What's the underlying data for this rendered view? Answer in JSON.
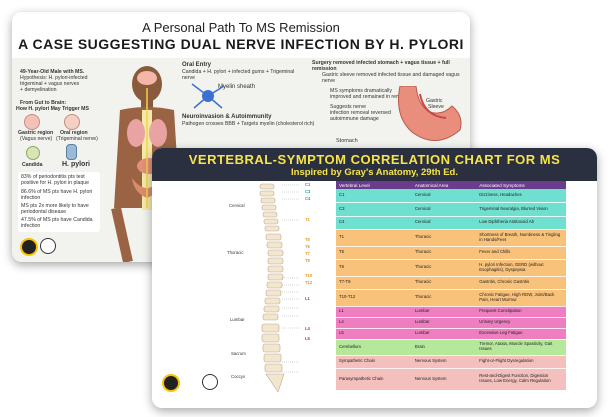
{
  "back_card": {
    "title_line1": "A Personal Path To MS Remission",
    "title_line2": "A CASE SUGGESTING DUAL NERVE INFECTION BY H. PYLORI",
    "patient_text": [
      "49-Year-Old Male with MS.",
      "Hypothesis: H. pylori-infected",
      "trigeminal + vagus nerves",
      "+ demyelination"
    ],
    "gut_heading": [
      "From Gut to Brain:",
      "How H. pylori May Trigger MS"
    ],
    "gastric_label": "Gastric region",
    "gastric_sub": "(Vagus nerve)",
    "oral_label": "Oral region",
    "oral_sub": "(Trigeminal nerve)",
    "candida_label": "Candida",
    "hpylori_label": "H. pylori",
    "oral_entry_title": "Oral Entry",
    "oral_entry_text": "Candida + H. pylori + infected gums + Trigeminal nerve",
    "myelin_label": "Myelin sheath",
    "neuro_title": "Neuroinvasion & Autoimmunity",
    "neuro_text": "Pathogen crosses BBB + Targets myelin (cholesterol rich)",
    "stomach_label": "Stomach",
    "surgery_text": "Surgery removed infected stomach + vagus tissue + full remission",
    "gastric_sleeve_text": "Gastric sleeve removed infected tissue and damaged vagus nerve",
    "ms_symptoms_text": [
      "MS symptoms dramatically",
      "improved and remained in remission"
    ],
    "suggests_text": [
      "Suggests nerve",
      "infection removal reversed",
      "autoimmune damage"
    ],
    "sleeve_label": [
      "Gastric",
      "Sleeve"
    ],
    "stats": [
      "83% of periodontitis pts test positive for H. pylori in plaque",
      "86.6% of MS pts have H. pylori infection",
      "MS pts 2x more likely to have periodontal disease",
      "47.5% of MS pts have Candida infection"
    ]
  },
  "front_card": {
    "title": "VERTEBRAL-SYMPTOM CORRELATION CHART FOR MS",
    "subtitle": "Inspired by Gray's Anatomy, 29th Ed.",
    "regions": [
      "Cervical",
      "Thoracic",
      "Lumbar",
      "Sacrum",
      "Coccyx"
    ],
    "vertebra_labels": [
      "C1",
      "C3",
      "C4",
      "T1",
      "T5",
      "T6",
      "T7",
      "T8",
      "T10",
      "T12",
      "L1",
      "L4",
      "L5"
    ],
    "table_headers": [
      "Vertebral Level",
      "Anatomical Area",
      "Associated Symptoms"
    ],
    "rows": [
      {
        "level": "C1",
        "area": "Cervical",
        "symptom": "Dizziness, Headaches"
      },
      {
        "level": "C3",
        "area": "Cervical",
        "symptom": "Trigeminal Neuralgia, Blurred Vision"
      },
      {
        "level": "C4",
        "area": "Cervical",
        "symptom": "Low Diphtheria Antitoxoid Ab"
      },
      {
        "level": "T1",
        "area": "Thoracic",
        "symptom": "Shortness of Breath, Numbness & Tingling in Hands/Feet"
      },
      {
        "level": "T5",
        "area": "Thoracic",
        "symptom": "Fever and Chills"
      },
      {
        "level": "T6",
        "area": "Thoracic",
        "symptom": "H. pylori Infection, GERD (without Esophagitis), Dyspepsia"
      },
      {
        "level": "T7-T8",
        "area": "Thoracic",
        "symptom": "Gastritis, Chronic Gastritis"
      },
      {
        "level": "T10-T12",
        "area": "Thoracic",
        "symptom": "Chronic Fatigue, High RDW, Joint/Back Pain, Heart Murmur"
      },
      {
        "level": "L1",
        "area": "Lumbar",
        "symptom": "Frequent Constipation"
      },
      {
        "level": "L4",
        "area": "Lumbar",
        "symptom": "Urinary Urgency"
      },
      {
        "level": "L5",
        "area": "Lumbar",
        "symptom": "Excessive Leg Fatigue"
      },
      {
        "level": "Cerebellum",
        "area": "Brain",
        "symptom": "Tremor, Ataxia, Muscle Spasticity, Gait Issues"
      },
      {
        "level": "Sympathetic Chain",
        "area": "Nervous System",
        "symptom": "Fight-or-Flight Dysregulation"
      },
      {
        "level": "Parasympathetic Chain",
        "area": "Nervous System",
        "symptom": "Rest-and-Digest Function, Digestion Issues, Low Energy, Calm Regulation"
      }
    ]
  },
  "colors": {
    "header_dark": "#2b3040",
    "title_yellow": "#f6e44a",
    "table_header": "#6a3c8c",
    "cervical": "#6fe0cf",
    "thoracic": "#f9c27b",
    "lumbar": "#ee7ec0",
    "brain": "#b6e89c",
    "nervous": "#f4c0bd"
  }
}
